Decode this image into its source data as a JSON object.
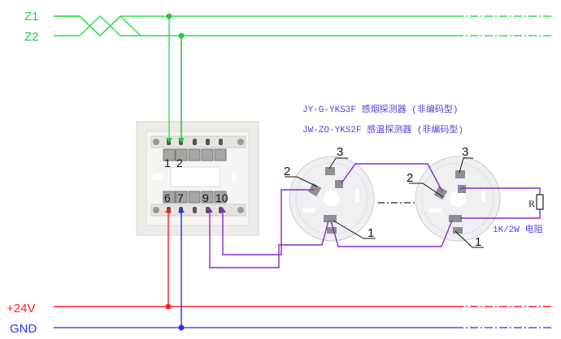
{
  "buses": {
    "z1": {
      "label": "Z1",
      "color": "#22cc44"
    },
    "z2": {
      "label": "Z2",
      "color": "#22cc44"
    },
    "v24": {
      "label": "+24V",
      "color": "#ff2020"
    },
    "gnd": {
      "label": "GND",
      "color": "#2233ee"
    }
  },
  "wire_color_signal": "#8a2bc8",
  "module": {
    "top_terminals": [
      "1",
      "2"
    ],
    "bottom_terminals": [
      "6",
      "7",
      "9",
      "10"
    ]
  },
  "captions": {
    "line1": "JY-G-YKS3F  感烟探测器 (非编码型)",
    "line2": "JW-ZO-YKS2F 感温探测器 (非编码型)"
  },
  "detectors": [
    {
      "callouts": [
        "1",
        "2",
        "3"
      ]
    },
    {
      "callouts": [
        "1",
        "2",
        "3"
      ]
    }
  ],
  "resistor": {
    "label": "R",
    "note": "1K/2W 电阻"
  }
}
